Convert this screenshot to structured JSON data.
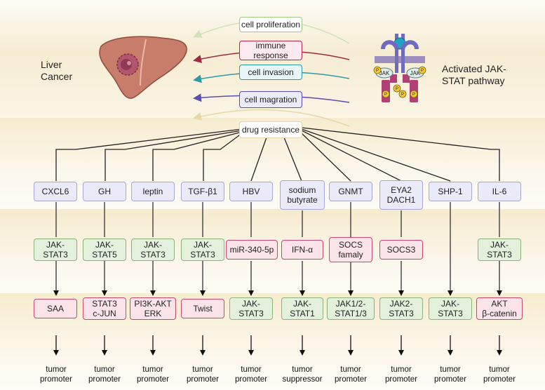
{
  "left_label": "Liver\nCancer",
  "right_label": "Activated JAK-\nSTAT pathway",
  "receptor_jak_label": "JAK",
  "phospho_label": "P",
  "effects": [
    {
      "label": "cell proliferation",
      "color": "#cfe2b6"
    },
    {
      "label": "immune\nresponse",
      "color": "#9a2b43"
    },
    {
      "label": "cell invasion",
      "color": "#2e9aa6"
    },
    {
      "label": "cell magration",
      "color": "#5a4fae"
    },
    {
      "label": "drug resistance",
      "color": "#e6d7a5"
    }
  ],
  "columns": [
    {
      "gene": "CXCL6",
      "pathway": "JAK-\nSTAT3",
      "pathway_type": "green",
      "target": "SAA",
      "target_type": "pink",
      "outcome": "tumor\npromoter"
    },
    {
      "gene": "GH",
      "pathway": "JAK-\nSTAT5",
      "pathway_type": "green",
      "target": "STAT3\nc-JUN",
      "target_type": "pink",
      "outcome": "tumor\npromoter"
    },
    {
      "gene": "leptin",
      "pathway": "JAK-\nSTAT3",
      "pathway_type": "green",
      "target": "PI3K-AKT\nERK",
      "target_type": "pink",
      "outcome": "tumor\npromoter"
    },
    {
      "gene": "TGF-β1",
      "pathway": "JAK-\nSTAT3",
      "pathway_type": "green",
      "target": "Twist",
      "target_type": "pink",
      "outcome": "tumor\npromoter"
    },
    {
      "gene": "HBV",
      "pathway": "miR-340-5p",
      "pathway_type": "pink",
      "target": "JAK-\nSTAT3",
      "target_type": "green",
      "outcome": "tumor\npromoter"
    },
    {
      "gene": "sodium\nbutyrate",
      "pathway": "IFN-α",
      "pathway_type": "pink",
      "target": "JAK-\nSTAT1",
      "target_type": "green",
      "outcome": "tumor\nsuppressor"
    },
    {
      "gene": "GNMT",
      "pathway": "SOCS\nfamaly",
      "pathway_type": "pink",
      "target": "JAK1/2-\nSTAT1/3",
      "target_type": "green",
      "outcome": "tumor\npromoter"
    },
    {
      "gene": "EYA2\nDACH1",
      "pathway": "SOCS3",
      "pathway_type": "pink",
      "target": "JAK2-\nSTAT3",
      "target_type": "green",
      "outcome": "tumor\npromoter"
    },
    {
      "gene": "SHP-1",
      "pathway": "",
      "pathway_type": "none",
      "target": "JAK-\nSTAT3",
      "target_type": "green",
      "outcome": "tumor\npromoter"
    },
    {
      "gene": "IL-6",
      "pathway": "JAK-\nSTAT3",
      "pathway_type": "green",
      "target": "AKT\nβ-catenin",
      "target_type": "pink",
      "outcome": "tumor\npromoter"
    }
  ]
}
